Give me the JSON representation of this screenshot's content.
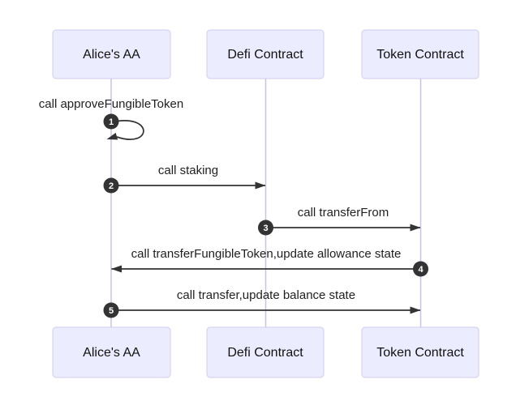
{
  "diagram": {
    "kind": "sequence-diagram",
    "actors": [
      {
        "name": "Alice's AA"
      },
      {
        "name": "Defi Contract"
      },
      {
        "name": "Token Contract"
      }
    ],
    "messages": [
      {
        "num": "1",
        "from": "Alice's AA",
        "to": "Alice's AA",
        "label": "call approveFungibleToken",
        "arrow": "self-loop"
      },
      {
        "num": "2",
        "from": "Alice's AA",
        "to": "Defi Contract",
        "label": "call staking",
        "arrow": "solid-right"
      },
      {
        "num": "3",
        "from": "Defi Contract",
        "to": "Token Contract",
        "label": "call transferFrom",
        "arrow": "solid-right"
      },
      {
        "num": "4",
        "from": "Token Contract",
        "to": "Alice's AA",
        "label": "call transferFungibleToken,update allowance state",
        "arrow": "solid-left"
      },
      {
        "num": "5",
        "from": "Alice's AA",
        "to": "Token Contract",
        "label": "call transfer,update balance state",
        "arrow": "solid-right"
      }
    ],
    "colors": {
      "background": "#ffffff",
      "actor_fill": "#ececff",
      "actor_border": "#cfcbec",
      "actor_text": "#111111",
      "lifeline": "#c8c4e8",
      "arrow": "#333333",
      "label_text": "#1f1f1f",
      "badge_fill": "#333333",
      "badge_text": "#ffffff"
    }
  }
}
